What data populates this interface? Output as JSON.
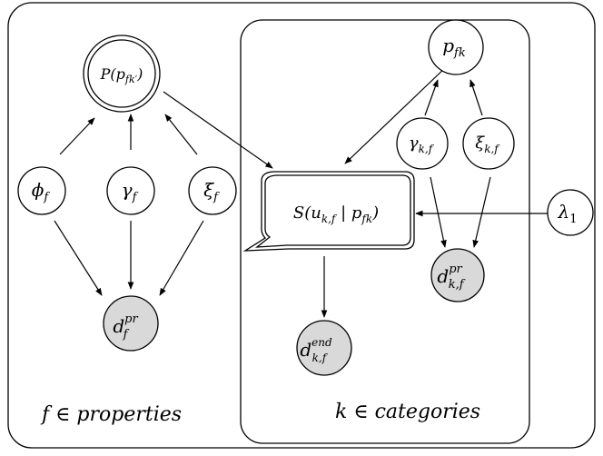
{
  "diagram": {
    "plates": {
      "properties": {
        "index": "f",
        "set": "properties",
        "label": "f ∈ properties"
      },
      "categories": {
        "index": "k",
        "set": "categories",
        "label": "k ∈ categories"
      }
    },
    "nodes": {
      "p_fk_prime": {
        "label": "P(p",
        "sub": "fk′",
        "close": ")"
      },
      "phi_f": {
        "label": "ϕ",
        "sub": "f"
      },
      "gamma_f": {
        "label": "γ",
        "sub": "f"
      },
      "xi_f": {
        "label": "ξ",
        "sub": "f"
      },
      "d_f_pr": {
        "label": "d",
        "sup": "pr",
        "sub": "f"
      },
      "p_fk": {
        "label": "p",
        "sub": "fk"
      },
      "gamma_kf": {
        "label": "γ",
        "sub": "k,f"
      },
      "xi_kf": {
        "label": "ξ",
        "sub": "k,f"
      },
      "d_kf_pr": {
        "label": "d",
        "sup": "pr",
        "sub": "k,f"
      },
      "d_kf_end": {
        "label": "d",
        "sup": "end",
        "sub": "k,f"
      },
      "lambda_1": {
        "label": "λ",
        "sub": "1"
      },
      "S": {
        "label": "S(u",
        "sub": "k,f",
        "mid": " | p",
        "sub2": "fk",
        "close": ")"
      }
    },
    "edges": [
      [
        "phi_f",
        "p_fk_prime"
      ],
      [
        "gamma_f",
        "p_fk_prime"
      ],
      [
        "xi_f",
        "p_fk_prime"
      ],
      [
        "phi_f",
        "d_f_pr"
      ],
      [
        "gamma_f",
        "d_f_pr"
      ],
      [
        "xi_f",
        "d_f_pr"
      ],
      [
        "p_fk_prime",
        "S"
      ],
      [
        "p_fk",
        "S"
      ],
      [
        "gamma_kf",
        "p_fk"
      ],
      [
        "xi_kf",
        "p_fk"
      ],
      [
        "gamma_kf",
        "d_kf_pr"
      ],
      [
        "xi_kf",
        "d_kf_pr"
      ],
      [
        "lambda_1",
        "S"
      ],
      [
        "S",
        "d_kf_end"
      ]
    ],
    "colors": {
      "observed_fill": "#d9d9d9",
      "stroke": "#000000"
    }
  }
}
